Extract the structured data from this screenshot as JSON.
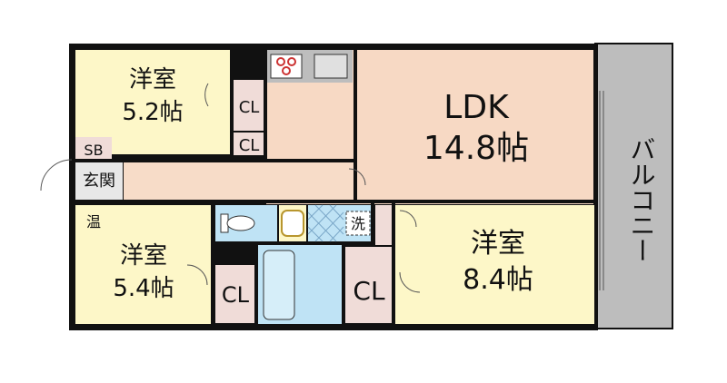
{
  "rooms": {
    "western_room_top_left": {
      "name": "洋室",
      "size": "5.2帖"
    },
    "western_room_bottom_left": {
      "name": "洋室",
      "size": "5.4帖"
    },
    "western_room_right": {
      "name": "洋室",
      "size": "8.4帖"
    },
    "ldk": {
      "name": "LDK",
      "size": "14.8帖"
    },
    "balcony": {
      "name": "バルコニー"
    },
    "entrance": {
      "name": "玄関"
    },
    "shoe_box": {
      "name": "SB"
    },
    "water_heater": {
      "name": "温"
    },
    "washer": {
      "name": "洗"
    },
    "closets": [
      "CL",
      "CL",
      "CL",
      "CL"
    ]
  },
  "colors": {
    "western_room": "#fdf7c8",
    "ldk": "#f7d9c4",
    "closet": "#f0dcd8",
    "hall": "#f7dcc8",
    "toilet": "#bfe3f5",
    "bath": "#bfe3f5",
    "balcony": "#bdbdbd",
    "wall": "#111111"
  }
}
